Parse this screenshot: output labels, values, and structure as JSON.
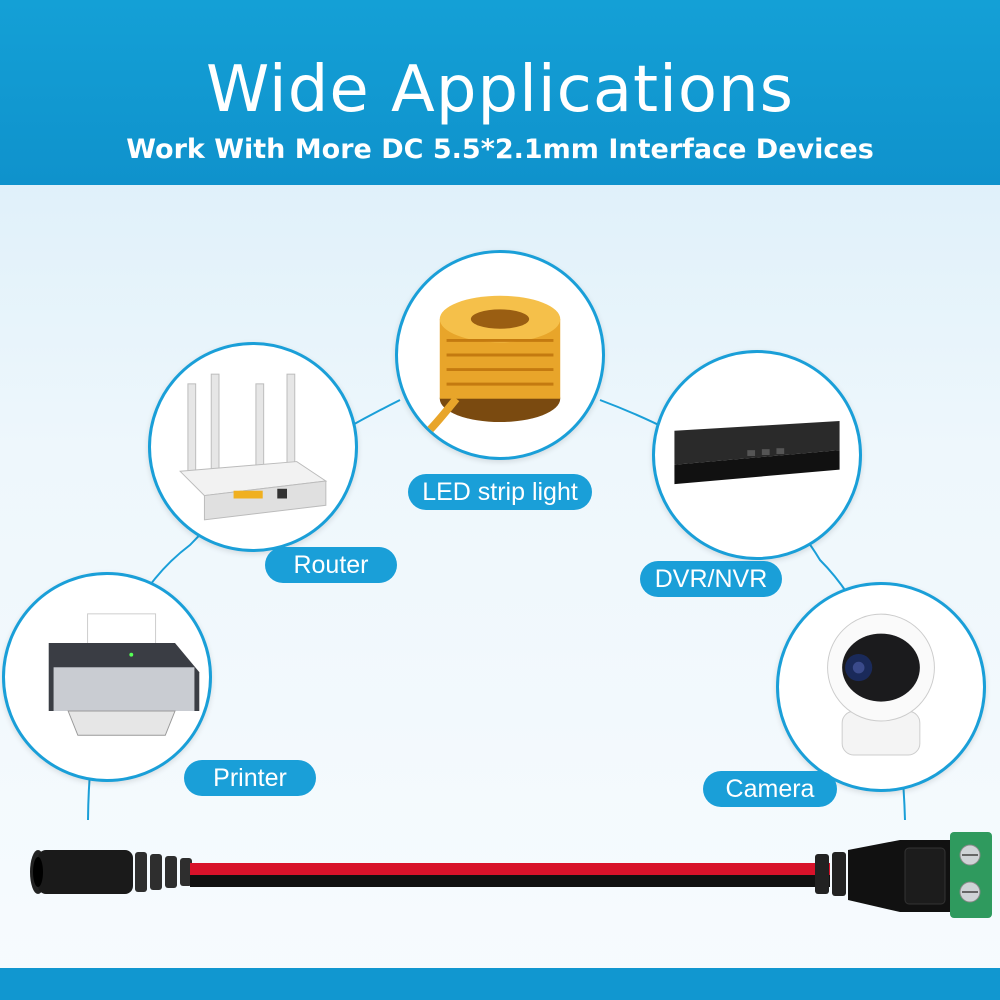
{
  "header": {
    "title": "Wide Applications",
    "subtitle": "Work With More DC 5.5*2.1mm Interface Devices"
  },
  "devices": [
    {
      "label": "LED strip light",
      "icon": "led-strip-icon"
    },
    {
      "label": "Router",
      "icon": "router-icon"
    },
    {
      "label": "DVR/NVR",
      "icon": "dvr-icon"
    },
    {
      "label": "Printer",
      "icon": "printer-icon"
    },
    {
      "label": "Camera",
      "icon": "camera-icon"
    }
  ],
  "colors": {
    "accent": "#1a9fd8",
    "header": "#14a0d6",
    "wire_red": "#d8122a",
    "wire_black": "#111111"
  }
}
